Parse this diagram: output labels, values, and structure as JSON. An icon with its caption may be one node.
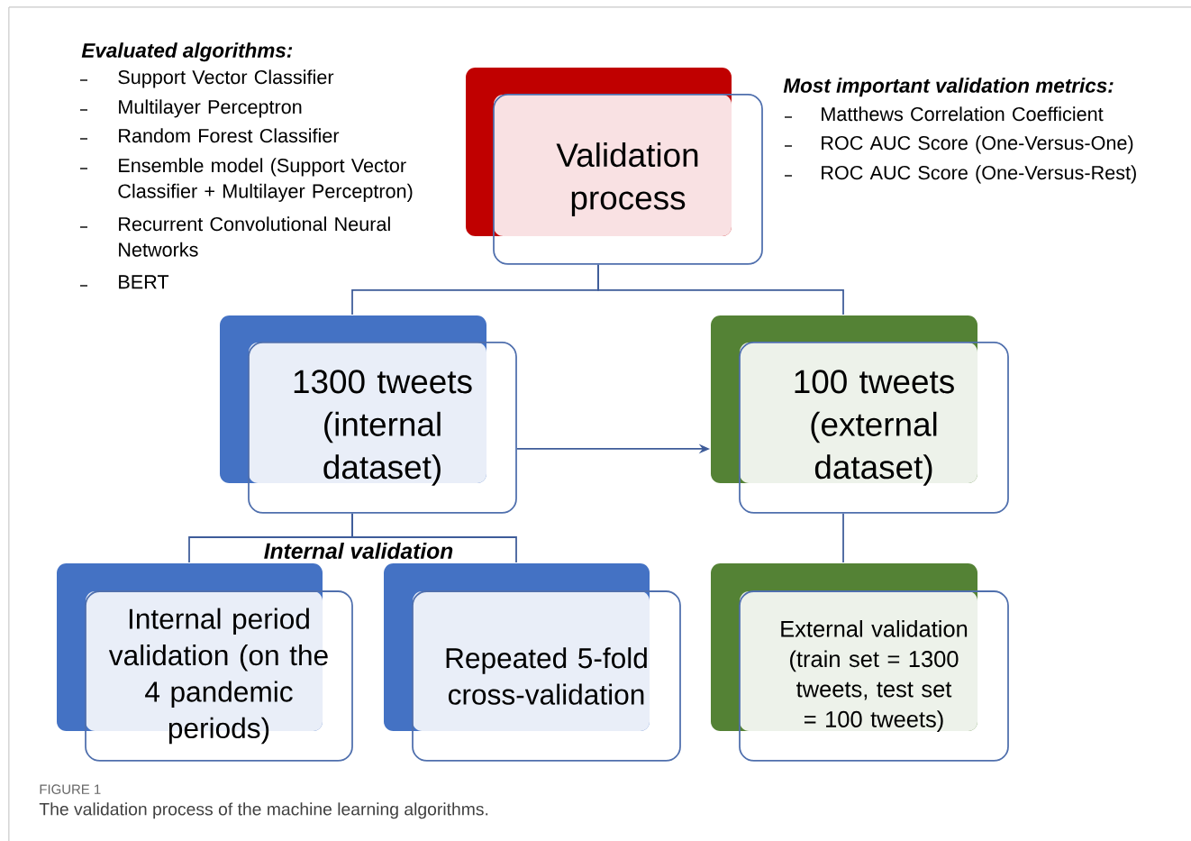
{
  "diagram": {
    "caption": "The validation process of the machine learning algorithms.",
    "nodes": [
      {
        "text": [
          "Validation process"
        ]
      },
      {
        "text": [
          "1300 tweets (internal dataset)"
        ]
      },
      {
        "text": [
          "100 tweets (external dataset)"
        ]
      },
      {
        "text": [
          "Internal period validation (on the 4 pandemic periods)"
        ]
      },
      {
        "text": [
          "Repeated 5-fold cross-validation"
        ]
      },
      {
        "text": [
          "External validation (train set = 1300 tweets, test set = 100 tweets)"
        ]
      }
    ],
    "edges": [
      {
        "from": 0,
        "to": 1,
        "arrow": "none"
      },
      {
        "from": 0,
        "to": 2,
        "arrow": "none"
      },
      {
        "from": 1,
        "to": 2,
        "arrow": "to"
      },
      {
        "from": 1,
        "to": 3,
        "arrow": "none"
      },
      {
        "from": 1,
        "to": 4,
        "arrow": "none"
      },
      {
        "from": 2,
        "to": 5,
        "arrow": "none"
      }
    ],
    "labels": [
      "Evaluated algorithms:",
      "Support Vector Classifier",
      "Multilayer Perceptron",
      "Random Forest Classifier",
      "Ensemble model (Support Vector Classifier + Multilayer Perceptron)",
      "Recurrent Convolutional Neural Networks",
      "BERT",
      "Most important validation metrics:",
      "Matthews Correlation Coefficient",
      "ROC AUC Score (One-Versus-One)",
      "ROC AUC Score (One-Versus-Rest)",
      "Internal validation",
      "FIGURE 1"
    ]
  }
}
